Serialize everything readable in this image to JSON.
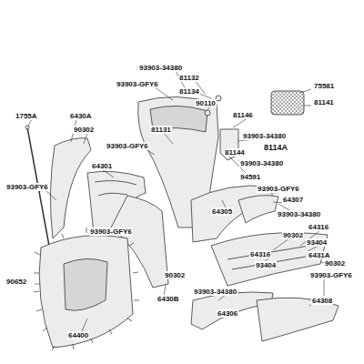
{
  "diagram": {
    "labels": [
      "93903-34380",
      "81132",
      "93903-GFY6",
      "81134",
      "75581",
      "90110",
      "81141",
      "1755A",
      "6430A",
      "90302",
      "81131",
      "81146",
      "93903-GFY6",
      "93903-34380",
      "8114A",
      "81144",
      "64301",
      "93903-34380",
      "94591",
      "93903-GFY6",
      "93903-GFY6",
      "64307",
      "64305",
      "93903-34380",
      "64316",
      "93903-GFY6",
      "90302",
      "93404",
      "64316",
      "6431A",
      "90302",
      "93404",
      "90302",
      "93903-GFY6",
      "90652",
      "6430B",
      "93903-34380",
      "64400",
      "64306",
      "64308"
    ]
  }
}
